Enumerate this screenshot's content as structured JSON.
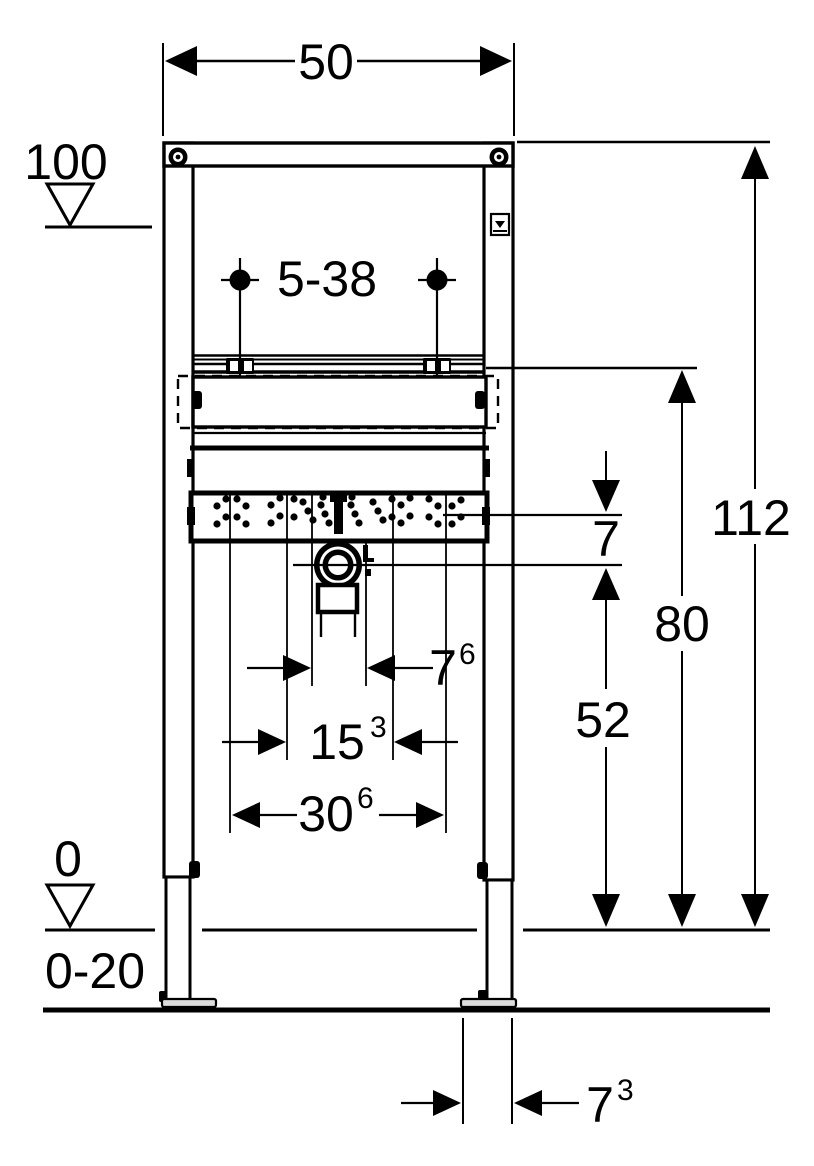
{
  "colors": {
    "ink": "#000000",
    "paper": "#ffffff",
    "foot_fill": "#dddddd"
  },
  "dimensions": {
    "frame_width": {
      "value": "50"
    },
    "total_height": {
      "value": "112"
    },
    "rail_height": {
      "value": "80"
    },
    "drain_center_height": {
      "value": "52"
    },
    "supply_drain_gap": {
      "value": "7"
    },
    "supply_spacing": {
      "value": "7",
      "footnote": "6"
    },
    "mid_spacing": {
      "value": "15",
      "footnote": "3"
    },
    "outer_spacing": {
      "value": "30",
      "footnote": "6"
    },
    "foot_depth": {
      "value": "7",
      "footnote": "3"
    }
  },
  "levels": {
    "meter_mark": {
      "value": "100"
    },
    "zero_mark": {
      "value": "0"
    },
    "floor_buildup": {
      "value": "0-20"
    }
  },
  "annotations": {
    "tap_height_range": {
      "value": "5-38"
    }
  }
}
